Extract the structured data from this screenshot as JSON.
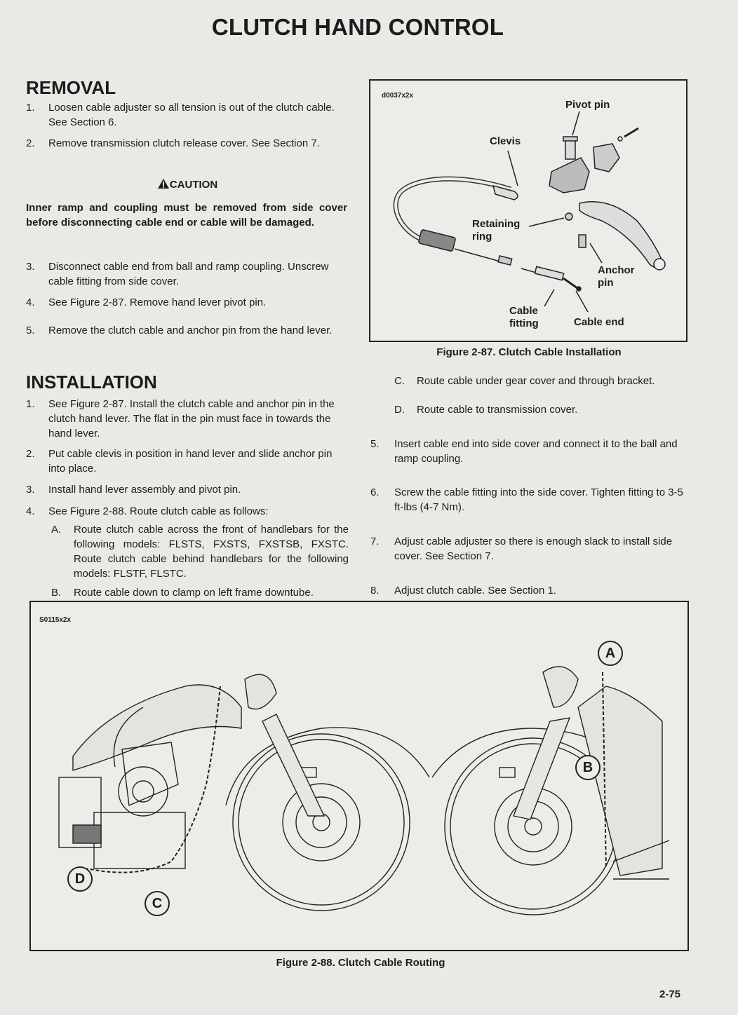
{
  "title": "CLUTCH HAND CONTROL",
  "removal": {
    "heading": "REMOVAL",
    "steps": [
      {
        "num": "1.",
        "text": "Loosen cable adjuster so all tension is out of the clutch cable. See Section 6."
      },
      {
        "num": "2.",
        "text": "Remove transmission clutch release cover. See Section 7."
      },
      {
        "num": "3.",
        "text": "Disconnect cable end from ball and ramp coupling. Unscrew cable fitting from side cover."
      },
      {
        "num": "4.",
        "text": "See Figure 2-87. Remove hand lever pivot pin."
      },
      {
        "num": "5.",
        "text": "Remove the clutch cable and anchor pin from the hand lever."
      }
    ],
    "caution_label": "CAUTION",
    "caution_text": "Inner ramp and coupling must be removed from side cover before disconnecting cable end or cable will be damaged."
  },
  "installation": {
    "heading": "INSTALLATION",
    "steps": [
      {
        "num": "1.",
        "text": "See Figure 2-87. Install the clutch cable and anchor pin in the clutch hand lever. The flat in the pin must face in towards the hand lever."
      },
      {
        "num": "2.",
        "text": "Put cable clevis in position in hand lever and slide anchor pin into place."
      },
      {
        "num": "3.",
        "text": "Install hand lever assembly and pivot pin."
      },
      {
        "num": "4.",
        "text": "See Figure 2-88. Route clutch cable as follows:"
      },
      {
        "num": "A.",
        "text": "Route clutch cable across the front of handlebars for the following models: FLSTS, FXSTS, FXSTSB, FXSTC. Route clutch cable behind handlebars for the following models: FLSTF, FLSTC."
      },
      {
        "num": "B.",
        "text": "Route cable down to clamp on left frame downtube."
      },
      {
        "num": "C.",
        "text": "Route cable under gear cover and through bracket."
      },
      {
        "num": "D.",
        "text": "Route cable to transmission cover."
      },
      {
        "num": "5.",
        "text": "Insert cable end into side cover and connect it to the ball and ramp coupling."
      },
      {
        "num": "6.",
        "text": "Screw the cable fitting into the side cover. Tighten fitting to 3-5 ft-lbs (4-7 Nm)."
      },
      {
        "num": "7.",
        "text": "Adjust cable adjuster so there is enough slack to install side cover. See Section 7."
      },
      {
        "num": "8.",
        "text": "Adjust clutch cable. See Section 1."
      }
    ]
  },
  "figure_87": {
    "code": "d0037x2x",
    "caption": "Figure 2-87. Clutch Cable Installation",
    "labels": {
      "pivot_pin": "Pivot pin",
      "clevis": "Clevis",
      "retaining": "Retaining",
      "ring": "ring",
      "anchor": "Anchor",
      "pin": "pin",
      "cable": "Cable",
      "fitting": "fitting",
      "cable_end": "Cable end"
    }
  },
  "figure_88": {
    "code": "S0115x2x",
    "caption": "Figure 2-88. Clutch Cable Routing",
    "callouts": {
      "a": "A",
      "b": "B",
      "c": "C",
      "d": "D"
    }
  },
  "page_number": "2-75"
}
